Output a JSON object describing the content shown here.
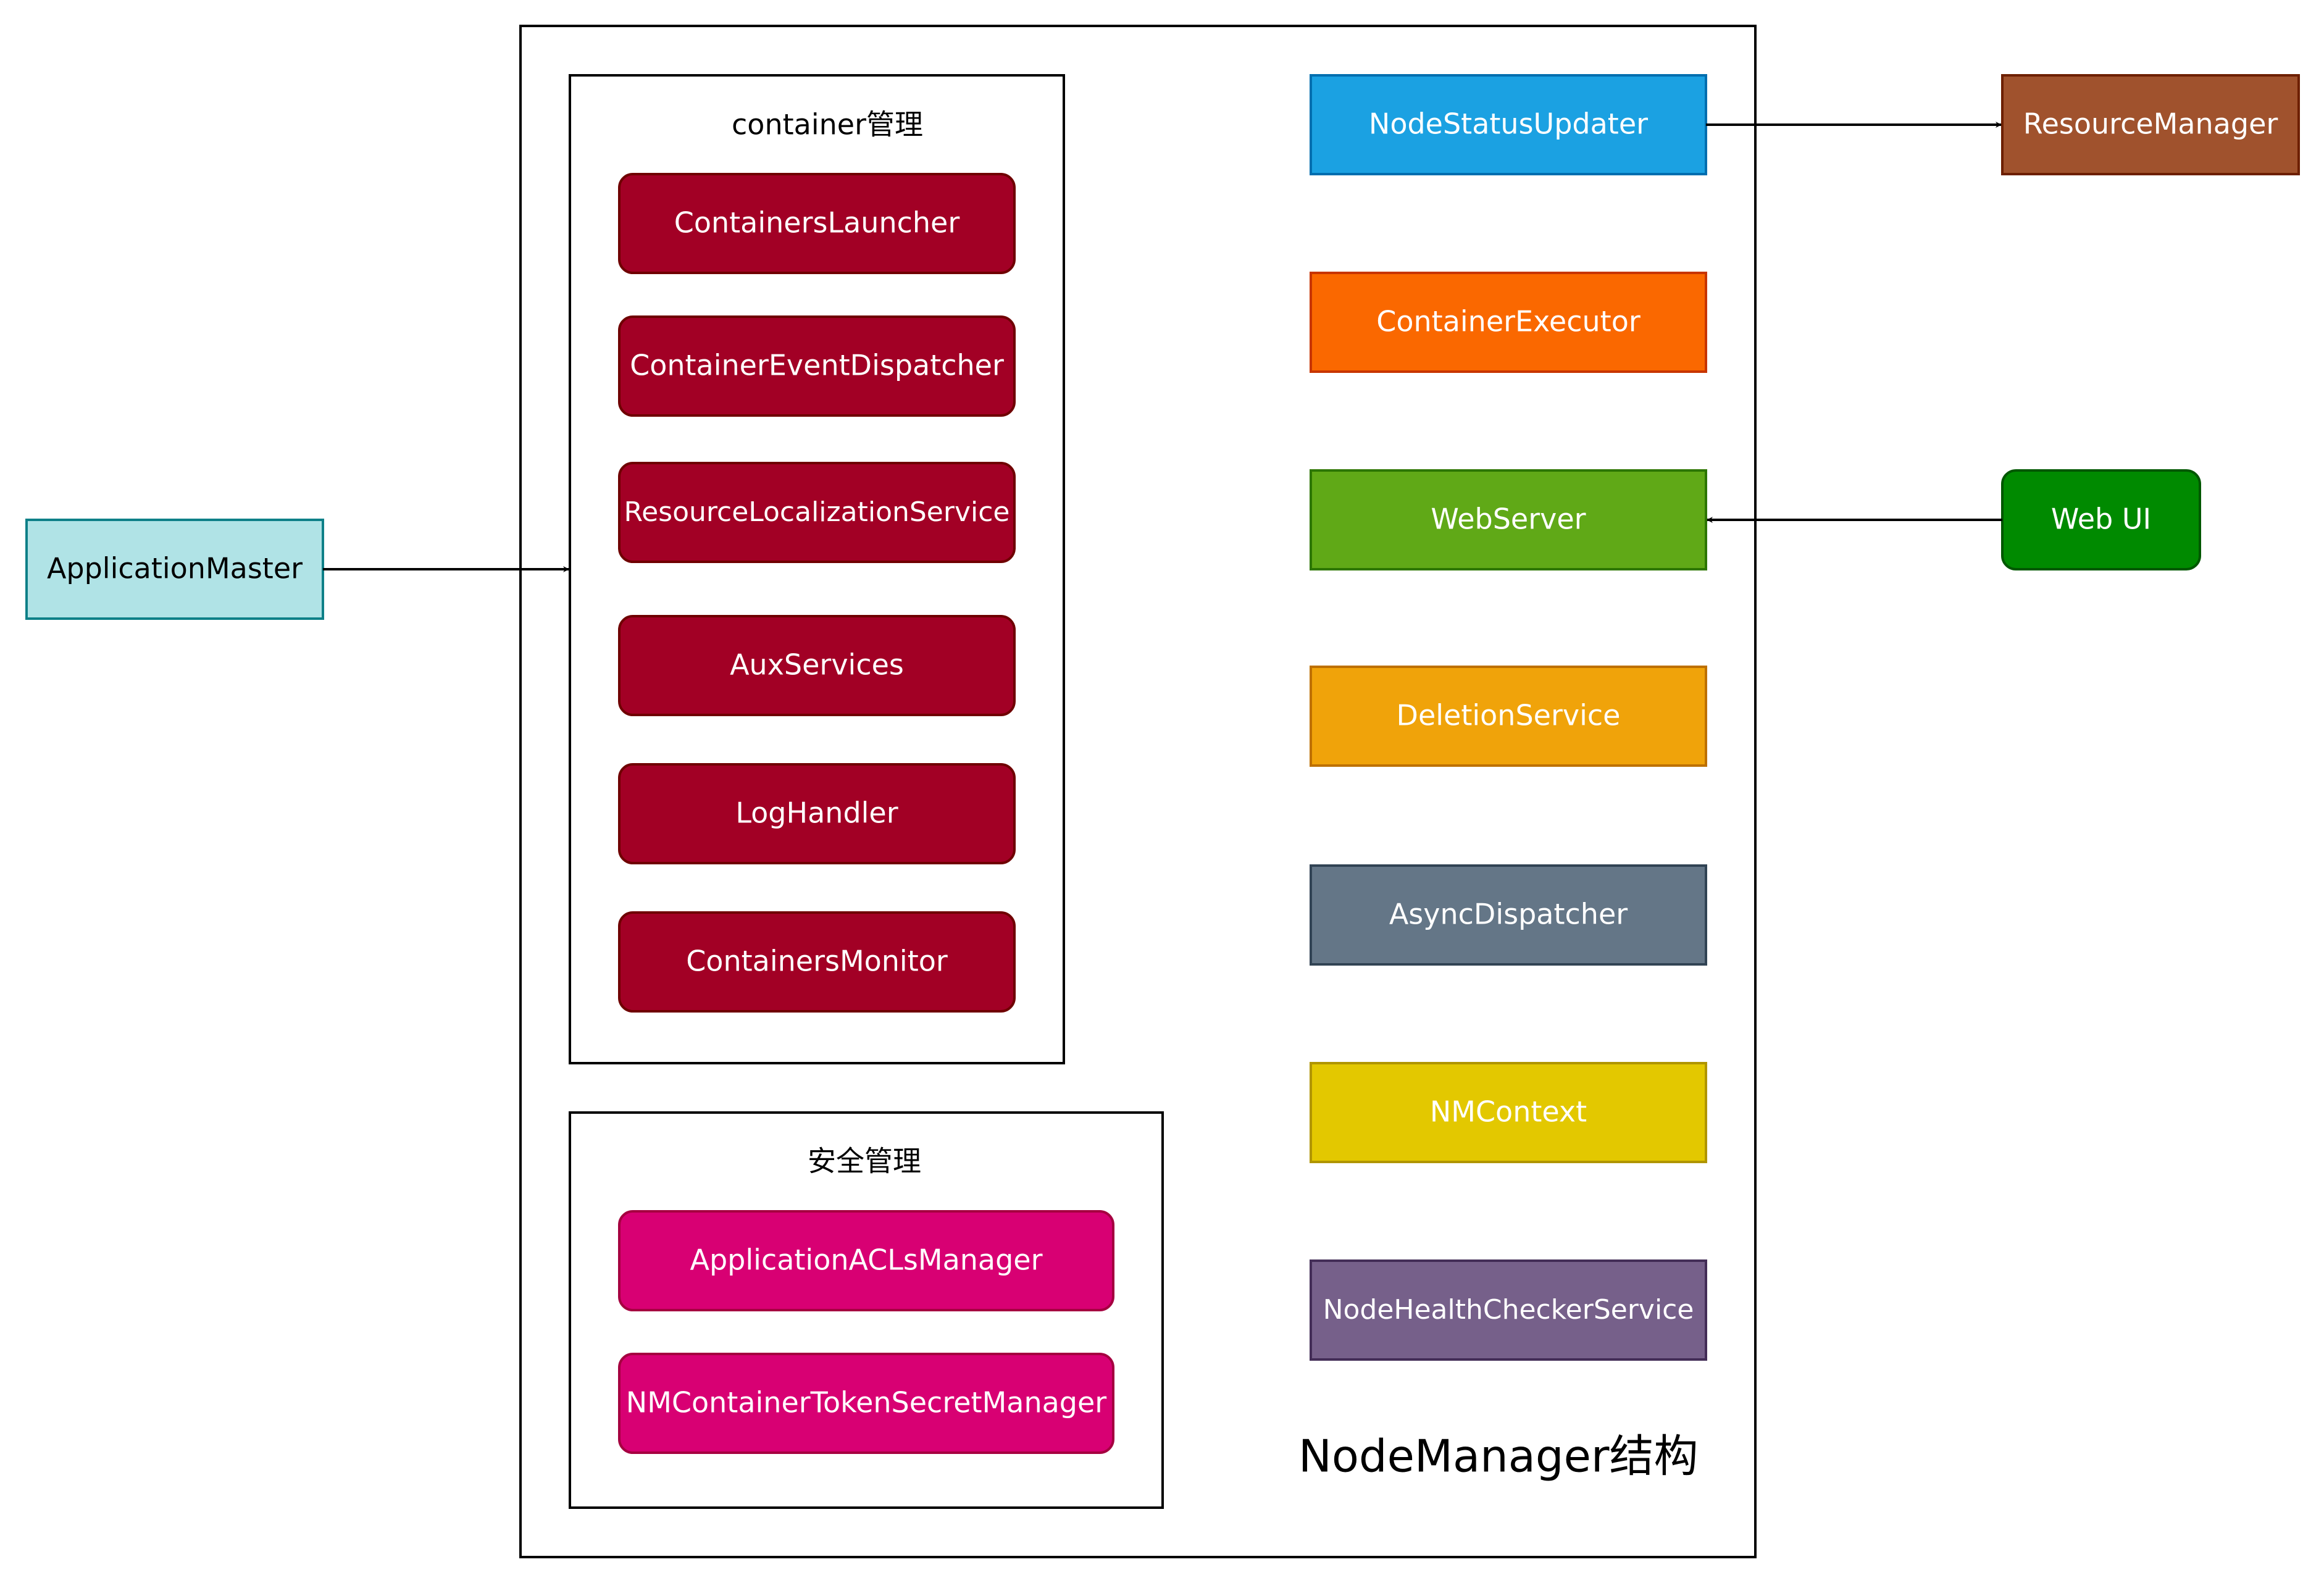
{
  "diagram": {
    "title": "NodeManager结构",
    "application_master": {
      "label": "ApplicationMaster",
      "fill": "#b0e3e6",
      "stroke": "#0e8088",
      "text": "#000000"
    },
    "resource_manager": {
      "label": "ResourceManager",
      "fill": "#a0522d",
      "stroke": "#6d1f00",
      "text": "#ffffff"
    },
    "web_ui": {
      "label": "Web UI",
      "fill": "#008a00",
      "stroke": "#005700",
      "text": "#ffffff"
    },
    "container_group": {
      "title": "container管理",
      "fill": "#a20025",
      "stroke": "#6f0000",
      "text": "#ffffff",
      "items": [
        "ContainersLauncher",
        "ContainerEventDispatcher",
        "ResourceLocalizationService",
        "AuxServices",
        "LogHandler",
        "ContainersMonitor"
      ]
    },
    "security_group": {
      "title": "安全管理",
      "fill": "#d80073",
      "stroke": "#a50040",
      "text": "#ffffff",
      "items": [
        "ApplicationACLsManager",
        "NMContainerTokenSecretManager"
      ]
    },
    "services": [
      {
        "label": "NodeStatusUpdater",
        "fill": "#1ba1e2",
        "stroke": "#006eaf",
        "text": "#ffffff"
      },
      {
        "label": "ContainerExecutor",
        "fill": "#fa6800",
        "stroke": "#c73500",
        "text": "#ffffff"
      },
      {
        "label": "WebServer",
        "fill": "#60a917",
        "stroke": "#2d7600",
        "text": "#ffffff"
      },
      {
        "label": "DeletionService",
        "fill": "#f0a30a",
        "stroke": "#bd7000",
        "text": "#ffffff"
      },
      {
        "label": "AsyncDispatcher",
        "fill": "#647687",
        "stroke": "#314354",
        "text": "#ffffff"
      },
      {
        "label": "NMContext",
        "fill": "#e3c800",
        "stroke": "#b09500",
        "text": "#ffffff"
      },
      {
        "label": "NodeHealthCheckerService",
        "fill": "#76608a",
        "stroke": "#432d57",
        "text": "#ffffff"
      }
    ]
  }
}
